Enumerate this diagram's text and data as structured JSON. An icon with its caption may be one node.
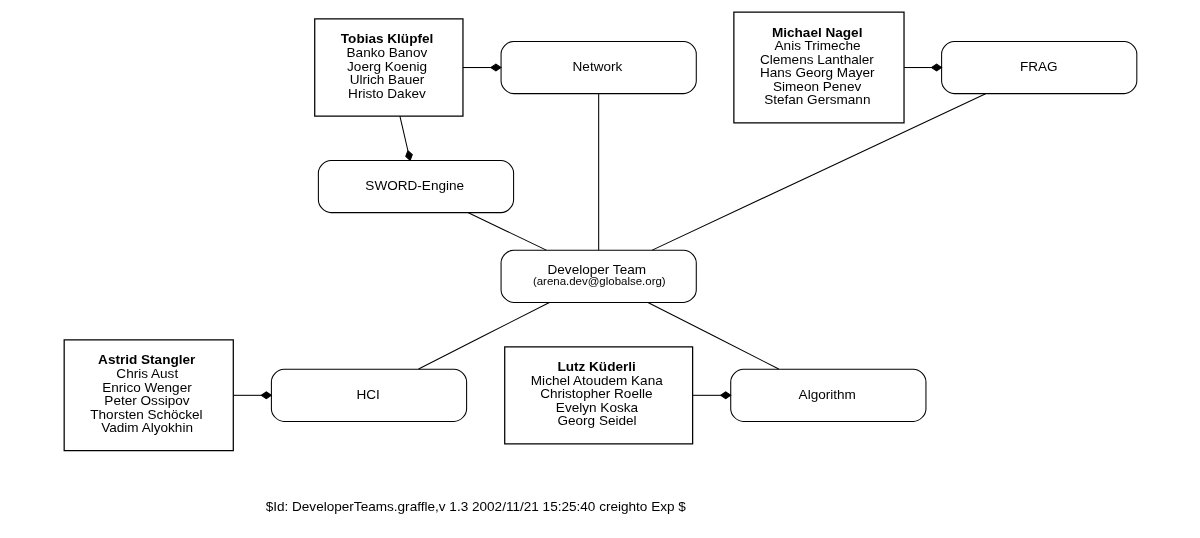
{
  "diagram": {
    "nodes": [
      {
        "text": [
          "SWORD-Engine"
        ]
      },
      {
        "text": [
          "Tobias Klüpfel",
          "Banko Banov",
          "Joerg Koenig",
          "Ulrich Bauer",
          "Hristo Dakev"
        ]
      },
      {
        "text": [
          "Network"
        ]
      },
      {
        "text": [
          "FRAG"
        ]
      },
      {
        "text": [
          "Michael Nagel",
          "Anis Trimeche",
          "Clemens Lanthaler",
          "Hans Georg Mayer",
          "Simeon Penev",
          "Stefan Gersmann"
        ]
      },
      {
        "text": [
          "Developer Team",
          "(arena.dev@globalse.org)"
        ]
      },
      {
        "text": [
          "Astrid Stangler",
          "Chris Aust",
          "Enrico Wenger",
          "Peter Ossipov",
          "Thorsten Schöckel",
          "Vadim Alyokhin"
        ]
      },
      {
        "text": [
          "HCI"
        ]
      },
      {
        "text": [
          "Algorithm"
        ]
      },
      {
        "text": [
          "Lutz Küderli",
          "Michel Atoudem Kana",
          "Christopher Roelle",
          "Evelyn Koska",
          "Georg Seidel"
        ]
      }
    ],
    "edges": [
      {
        "from": 1,
        "to": 0,
        "arrow": "other"
      },
      {
        "from": 0,
        "to": 5,
        "arrow": "none"
      },
      {
        "from": 1,
        "to": 2,
        "arrow": "other"
      },
      {
        "from": 4,
        "to": 3,
        "arrow": "other"
      },
      {
        "from": 2,
        "to": 5,
        "arrow": "none"
      },
      {
        "from": 3,
        "to": 5,
        "arrow": "none"
      },
      {
        "from": 5,
        "to": 7,
        "arrow": "none"
      },
      {
        "from": 5,
        "to": 8,
        "arrow": "none"
      },
      {
        "from": 6,
        "to": 7,
        "arrow": "other"
      },
      {
        "from": 9,
        "to": 8,
        "arrow": "other"
      }
    ],
    "labels": [
      "$Id: DeveloperTeams.graffle,v 1.3 2002/11/21 15:25:40 creighto Exp $"
    ]
  }
}
